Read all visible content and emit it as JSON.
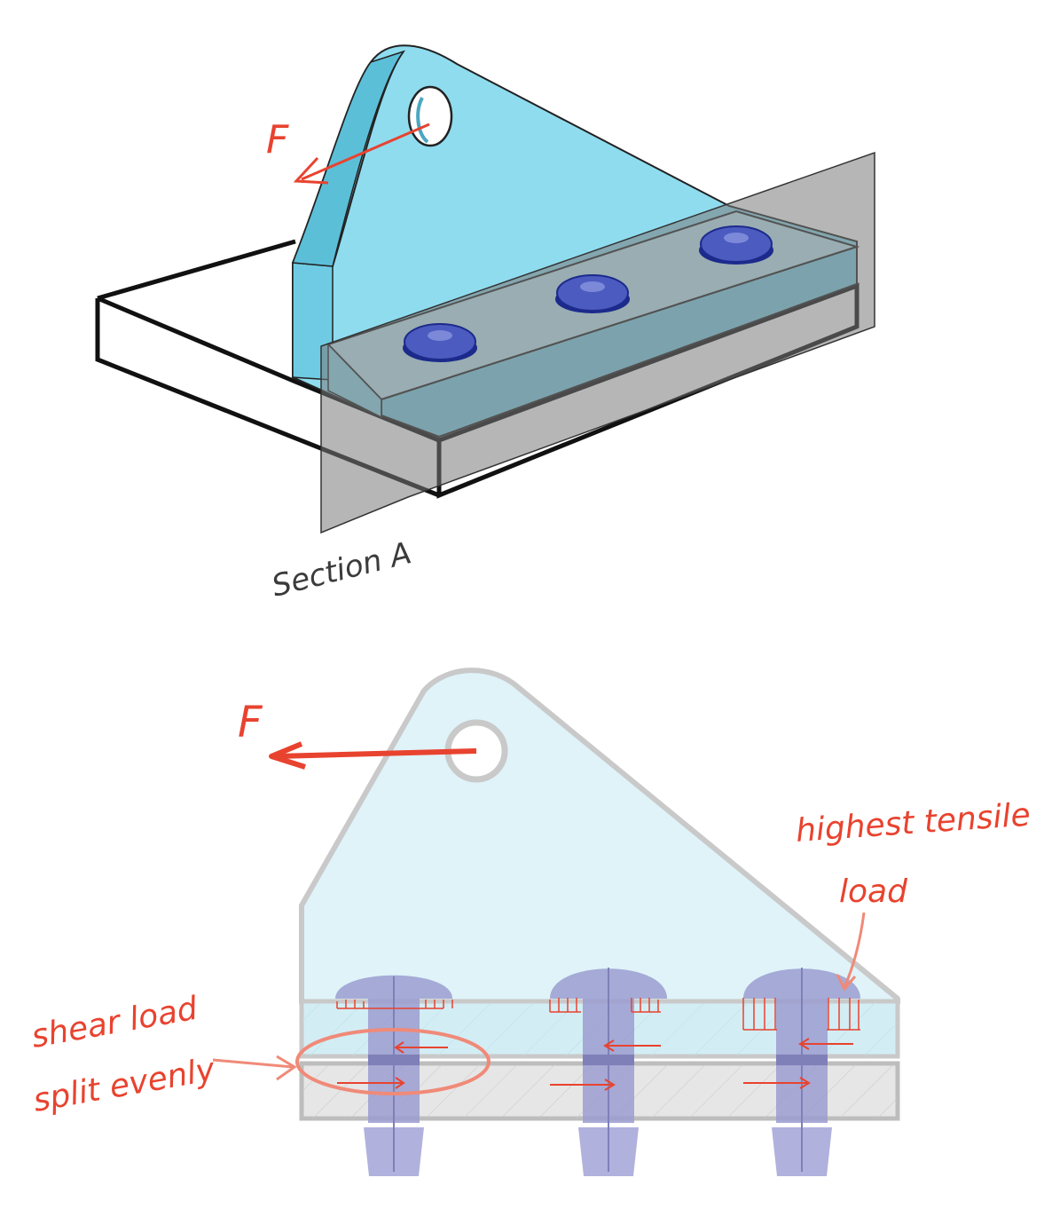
{
  "top_view": {
    "force_label": "F",
    "section_label": "Section A"
  },
  "section_view": {
    "force_label": "F",
    "tensile_label_line1": "highest tensile",
    "tensile_label_line2": "load",
    "shear_label_line1": "shear load",
    "shear_label_line2": "split evenly"
  },
  "colors": {
    "bracket_blue": "#8fdcef",
    "bracket_blue_dark": "#5cbfd8",
    "bolt_navy": "#1c2a8c",
    "section_plane_gray": "#8f8f8f",
    "annotation_red": "#e8432f",
    "section_outline_gray": "#c9c9c9",
    "section_fill_light_blue": "#dff3f9",
    "bolt_section_purple": "#9b9cd0"
  }
}
